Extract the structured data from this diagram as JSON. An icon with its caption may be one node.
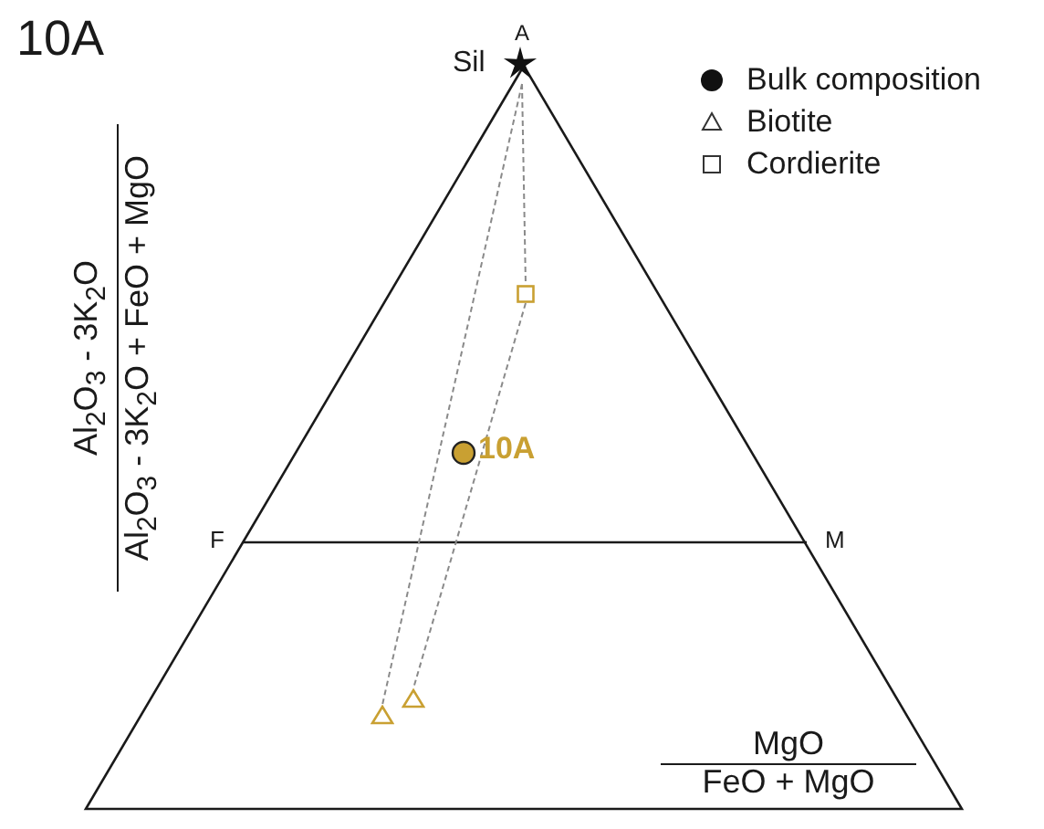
{
  "diagram": {
    "title": "10A",
    "nodes": [
      {
        "text": [
          "Sil"
        ]
      },
      {
        "text": [],
        "shape": "box"
      },
      {
        "text": [],
        "shape": "triangle"
      },
      {
        "text": [],
        "shape": "triangle"
      }
    ],
    "edges": [
      {
        "from": 0,
        "to": 3,
        "arrow": "none",
        "style": "dashed"
      },
      {
        "from": 0,
        "to": 1,
        "arrow": "none",
        "style": "dashed"
      },
      {
        "from": 1,
        "to": 2,
        "arrow": "none",
        "style": "dashed"
      }
    ],
    "labels": [
      "A",
      "F",
      "M",
      "10A",
      "Al$_{2}$O$_{3}$ - 3K$_{2}$O",
      "Al$_{2}$O$_{3}$ - 3K$_{2}$O + FeO + MgO",
      "MgO",
      "FeO + MgO"
    ],
    "legend": [
      {
        "text": "Bulk composition"
      },
      {
        "text": "Biotite"
      },
      {
        "text": "Cordierite"
      }
    ]
  }
}
